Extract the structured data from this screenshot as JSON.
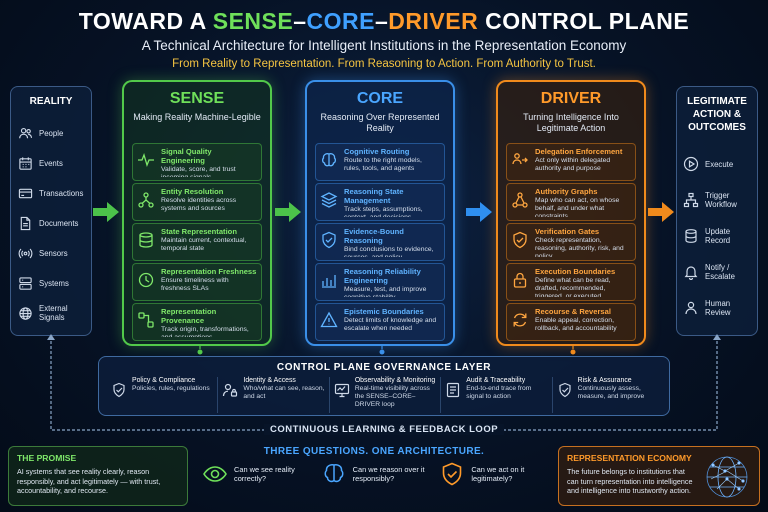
{
  "header": {
    "title_part1": "TOWARD A ",
    "title_sense": "SENSE",
    "title_dash1": "–",
    "title_core": "CORE",
    "title_dash2": "–",
    "title_driver": "DRIVER",
    "title_part2": " CONTROL PLANE",
    "subtitle": "A Technical Architecture for Intelligent Institutions in the Representation Economy",
    "tagline": "From Reality to Representation. From Reasoning to Action. From Authority to Trust."
  },
  "reality": {
    "title": "REALITY",
    "items": [
      {
        "label": "People",
        "icon": "people-icon"
      },
      {
        "label": "Events",
        "icon": "calendar-icon"
      },
      {
        "label": "Transactions",
        "icon": "card-icon"
      },
      {
        "label": "Documents",
        "icon": "document-icon"
      },
      {
        "label": "Sensors",
        "icon": "sensor-icon"
      },
      {
        "label": "Systems",
        "icon": "server-icon"
      },
      {
        "label": "External Signals",
        "icon": "globe-icon"
      }
    ]
  },
  "sense": {
    "title": "SENSE",
    "subtitle": "Making Reality Machine-Legible",
    "cards": [
      {
        "title": "Signal Quality Engineering",
        "desc": "Validate, score, and trust incoming signals"
      },
      {
        "title": "Entity Resolution",
        "desc": "Resolve identities across systems and sources"
      },
      {
        "title": "State Representation",
        "desc": "Maintain current, contextual, temporal state"
      },
      {
        "title": "Representation Freshness",
        "desc": "Ensure timeliness with freshness SLAs"
      },
      {
        "title": "Representation Provenance",
        "desc": "Track origin, transformations, and assumptions"
      }
    ]
  },
  "core": {
    "title": "CORE",
    "subtitle": "Reasoning Over Represented Reality",
    "cards": [
      {
        "title": "Cognitive Routing",
        "desc": "Route to the right models, rules, tools, and agents"
      },
      {
        "title": "Reasoning State Management",
        "desc": "Track steps, assumptions, context, and decisions"
      },
      {
        "title": "Evidence-Bound Reasoning",
        "desc": "Bind conclusions to evidence, sources, and policy"
      },
      {
        "title": "Reasoning Reliability Engineering",
        "desc": "Measure, test, and improve cognitive stability"
      },
      {
        "title": "Epistemic Boundaries",
        "desc": "Detect limits of knowledge and escalate when needed"
      }
    ]
  },
  "driver": {
    "title": "DRIVER",
    "subtitle": "Turning Intelligence Into Legitimate Action",
    "cards": [
      {
        "title": "Delegation Enforcement",
        "desc": "Act only within delegated authority and purpose"
      },
      {
        "title": "Authority Graphs",
        "desc": "Map who can act, on whose behalf, and under what constraints"
      },
      {
        "title": "Verification Gates",
        "desc": "Check representation, reasoning, authority, risk, and policy"
      },
      {
        "title": "Execution Boundaries",
        "desc": "Define what can be read, drafted, recommended, triggered, or executed"
      },
      {
        "title": "Recourse & Reversal",
        "desc": "Enable appeal, correction, rollback, and accountability"
      }
    ]
  },
  "outcomes": {
    "title": "LEGITIMATE ACTION & OUTCOMES",
    "items": [
      {
        "label": "Execute",
        "icon": "play-icon"
      },
      {
        "label": "Trigger Workflow",
        "icon": "workflow-icon"
      },
      {
        "label": "Update Record",
        "icon": "database-icon"
      },
      {
        "label": "Notify / Escalate",
        "icon": "bell-icon"
      },
      {
        "label": "Human Review",
        "icon": "person-icon"
      }
    ]
  },
  "governance": {
    "title": "CONTROL PLANE GOVERNANCE LAYER",
    "items": [
      {
        "title": "Policy & Compliance",
        "desc": "Policies, rules, regulations"
      },
      {
        "title": "Identity & Access",
        "desc": "Who/what can see, reason, and act"
      },
      {
        "title": "Observability & Monitoring",
        "desc": "Real-time visibility across the SENSE–CORE–DRIVER loop"
      },
      {
        "title": "Audit & Traceability",
        "desc": "End-to-end trace from signal to action"
      },
      {
        "title": "Risk & Assurance",
        "desc": "Continuously assess, measure, and improve"
      }
    ]
  },
  "feedback_loop": "CONTINUOUS LEARNING & FEEDBACK LOOP",
  "promise": {
    "title": "THE PROMISE",
    "text": "AI systems that see reality clearly, reason responsibly, and act legitimately — with trust, accountability, and recourse."
  },
  "questions": {
    "title": "THREE QUESTIONS. ONE ARCHITECTURE.",
    "items": [
      {
        "text": "Can we see reality correctly?"
      },
      {
        "text": "Can we reason over it responsibly?"
      },
      {
        "text": "Can we act on it legitimately?"
      }
    ]
  },
  "representation_economy": {
    "title": "REPRESENTATION ECONOMY",
    "text": "The future belongs to institutions that can turn representation into intelligence and intelligence into trustworthy action."
  },
  "colors": {
    "sense": "#6fe05a",
    "core": "#3fa0ff",
    "driver": "#ff9a2a",
    "tagline": "#f5c542"
  }
}
